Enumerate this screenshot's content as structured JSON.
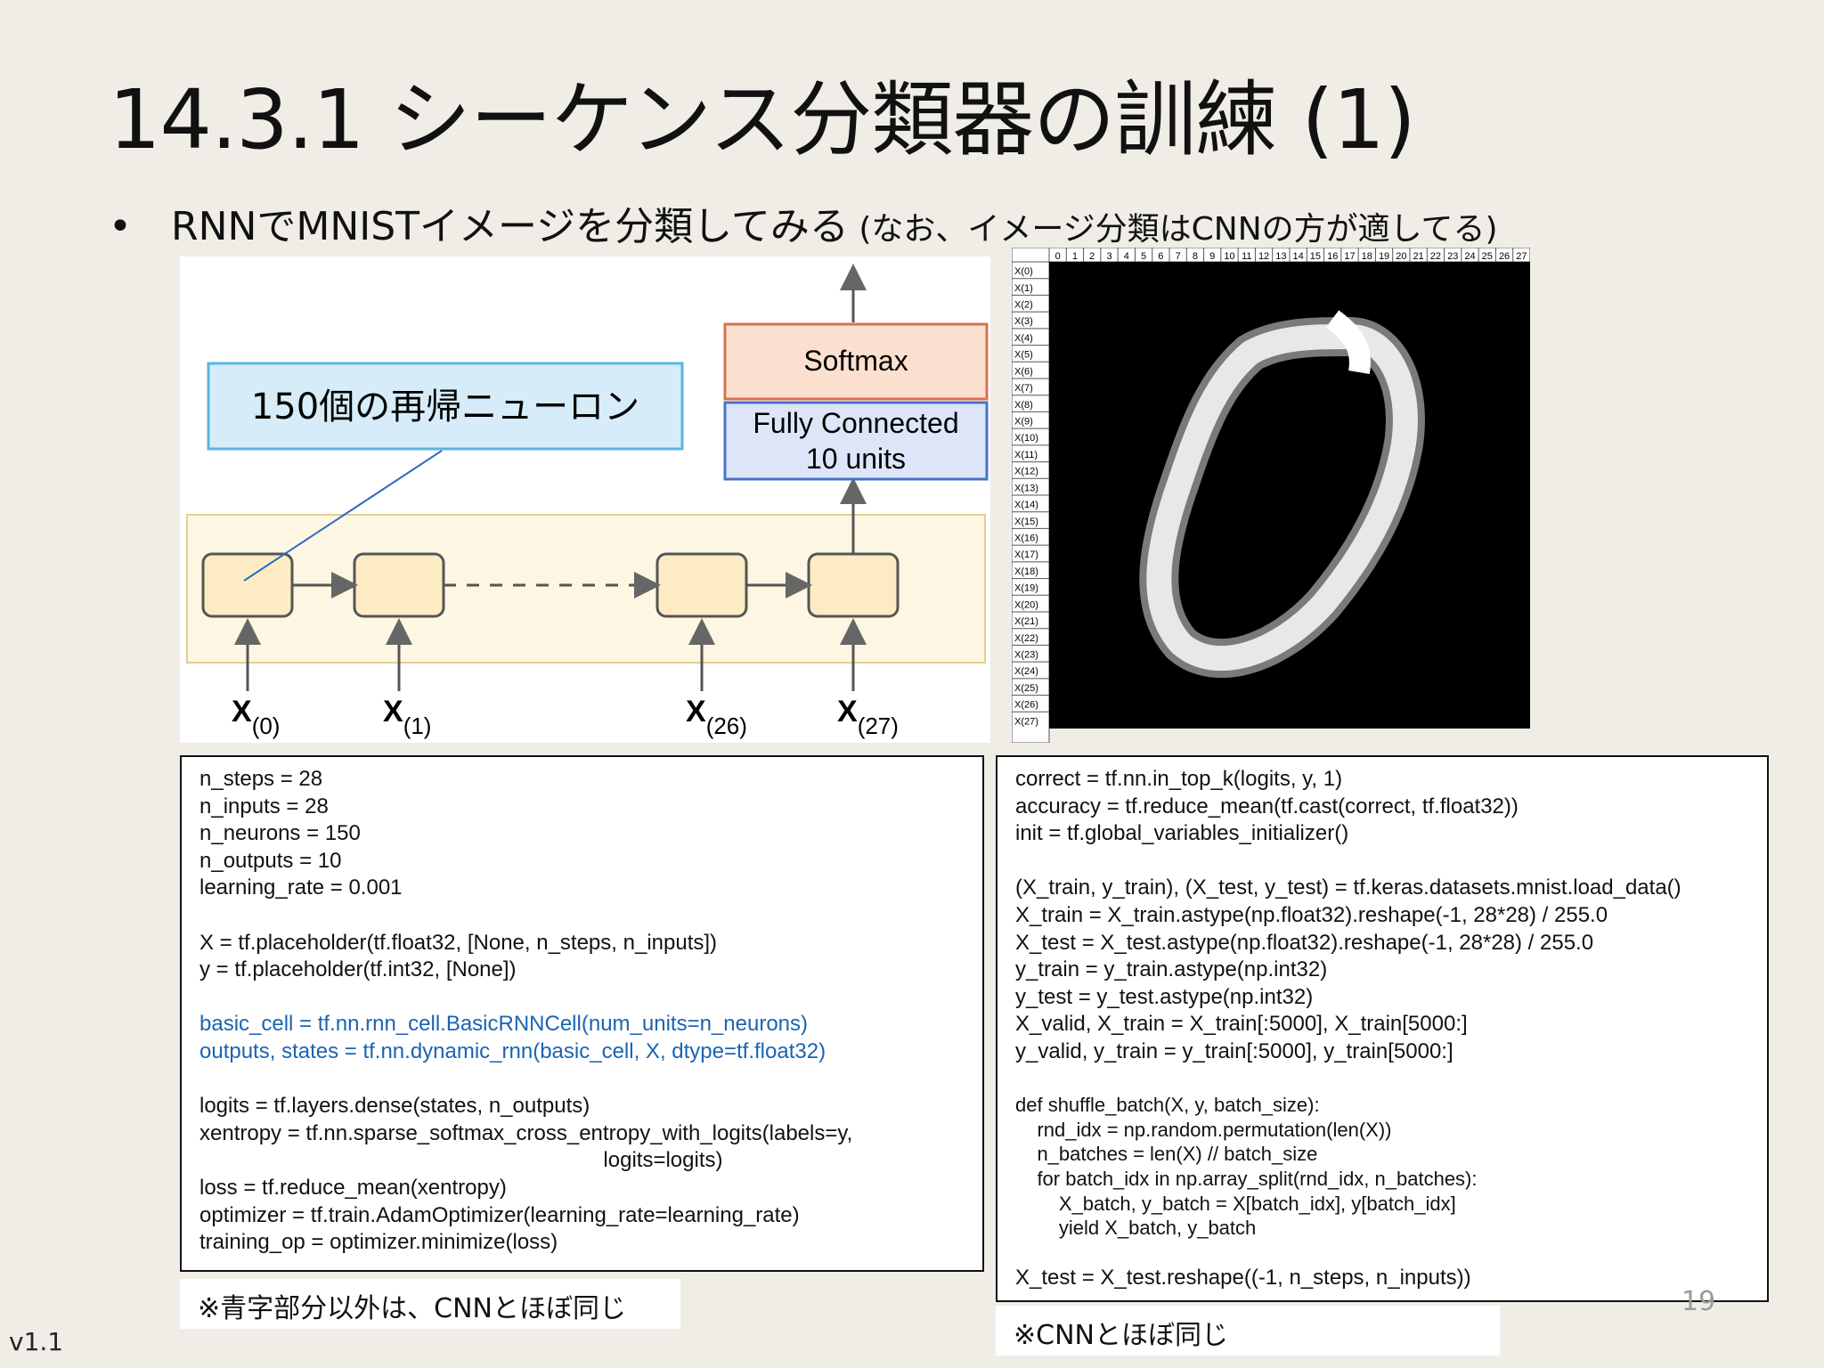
{
  "slide": {
    "title": "14.3.1 シーケンス分類器の訓練 (1)",
    "bullet_main": "RNNでMNISTイメージを分類してみる",
    "bullet_note": " (なお、イメージ分類はCNNの方が適してる)",
    "page_number": "19",
    "version": "v1.1"
  },
  "diagram": {
    "callout": "150個の再帰ニューロン",
    "softmax": "Softmax",
    "fc_line1": "Fully Connected",
    "fc_line2": "10 units",
    "x_base": "X",
    "x_subs": [
      "(0)",
      "(1)",
      "(26)",
      "(27)"
    ],
    "colors": {
      "softmax_fill": "#fbe0d0",
      "softmax_border": "#d9704f",
      "fc_fill": "#dce6f8",
      "fc_border": "#4a72c8",
      "cell_fill": "#fdebc4",
      "band_fill": "#fdf6e2",
      "callout_fill": "#d6ecf8",
      "callout_border": "#5cb3e0"
    }
  },
  "mnist_grid": {
    "col_labels": [
      "0",
      "1",
      "2",
      "3",
      "4",
      "5",
      "6",
      "7",
      "8",
      "9",
      "10",
      "11",
      "12",
      "13",
      "14",
      "15",
      "16",
      "17",
      "18",
      "19",
      "20",
      "21",
      "22",
      "23",
      "24",
      "25",
      "26",
      "27"
    ],
    "row_labels": [
      "X(0)",
      "X(1)",
      "X(2)",
      "X(3)",
      "X(4)",
      "X(5)",
      "X(6)",
      "X(7)",
      "X(8)",
      "X(9)",
      "X(10)",
      "X(11)",
      "X(12)",
      "X(13)",
      "X(14)",
      "X(15)",
      "X(16)",
      "X(17)",
      "X(18)",
      "X(19)",
      "X(20)",
      "X(21)",
      "X(22)",
      "X(23)",
      "X(24)",
      "X(25)",
      "X(26)",
      "X(27)"
    ]
  },
  "code_left": [
    {
      "t": "n_steps = 28",
      "c": ""
    },
    {
      "t": "n_inputs = 28",
      "c": ""
    },
    {
      "t": "n_neurons = 150",
      "c": ""
    },
    {
      "t": "n_outputs = 10",
      "c": ""
    },
    {
      "t": "learning_rate = 0.001",
      "c": ""
    },
    {
      "t": "",
      "c": ""
    },
    {
      "t": "X = tf.placeholder(tf.float32, [None, n_steps, n_inputs])",
      "c": ""
    },
    {
      "t": "y = tf.placeholder(tf.int32, [None])",
      "c": ""
    },
    {
      "t": "",
      "c": ""
    },
    {
      "t": "basic_cell = tf.nn.rnn_cell.BasicRNNCell(num_units=n_neurons)",
      "c": "blue"
    },
    {
      "t": "outputs, states = tf.nn.dynamic_rnn(basic_cell, X, dtype=tf.float32)",
      "c": "blue"
    },
    {
      "t": "",
      "c": ""
    },
    {
      "t": "logits = tf.layers.dense(states, n_outputs)",
      "c": ""
    },
    {
      "t": "xentropy = tf.nn.sparse_softmax_cross_entropy_with_logits(labels=y,",
      "c": ""
    },
    {
      "t": "                                                                    logits=logits)",
      "c": ""
    },
    {
      "t": "loss = tf.reduce_mean(xentropy)",
      "c": ""
    },
    {
      "t": "optimizer = tf.train.AdamOptimizer(learning_rate=learning_rate)",
      "c": ""
    },
    {
      "t": "training_op = optimizer.minimize(loss)",
      "c": ""
    }
  ],
  "code_right_top": [
    "correct = tf.nn.in_top_k(logits, y, 1)",
    "accuracy = tf.reduce_mean(tf.cast(correct, tf.float32))",
    "init = tf.global_variables_initializer()",
    "",
    "(X_train, y_train), (X_test, y_test) = tf.keras.datasets.mnist.load_data()",
    "X_train = X_train.astype(np.float32).reshape(-1, 28*28) / 255.0",
    "X_test = X_test.astype(np.float32).reshape(-1, 28*28) / 255.0",
    "y_train = y_train.astype(np.int32)",
    "y_test = y_test.astype(np.int32)",
    "X_valid, X_train = X_train[:5000], X_train[5000:]",
    "y_valid, y_train = y_train[:5000], y_train[5000:]",
    ""
  ],
  "code_right_small": [
    "def shuffle_batch(X, y, batch_size):",
    "    rnd_idx = np.random.permutation(len(X))",
    "    n_batches = len(X) // batch_size",
    "    for batch_idx in np.array_split(rnd_idx, n_batches):",
    "        X_batch, y_batch = X[batch_idx], y[batch_idx]",
    "        yield X_batch, y_batch",
    ""
  ],
  "code_right_bottom": [
    "X_test = X_test.reshape((-1, n_steps, n_inputs))"
  ],
  "notes": {
    "left": "※青字部分以外は、CNNとほぼ同じ",
    "right": "※CNNとほぼ同じ"
  }
}
